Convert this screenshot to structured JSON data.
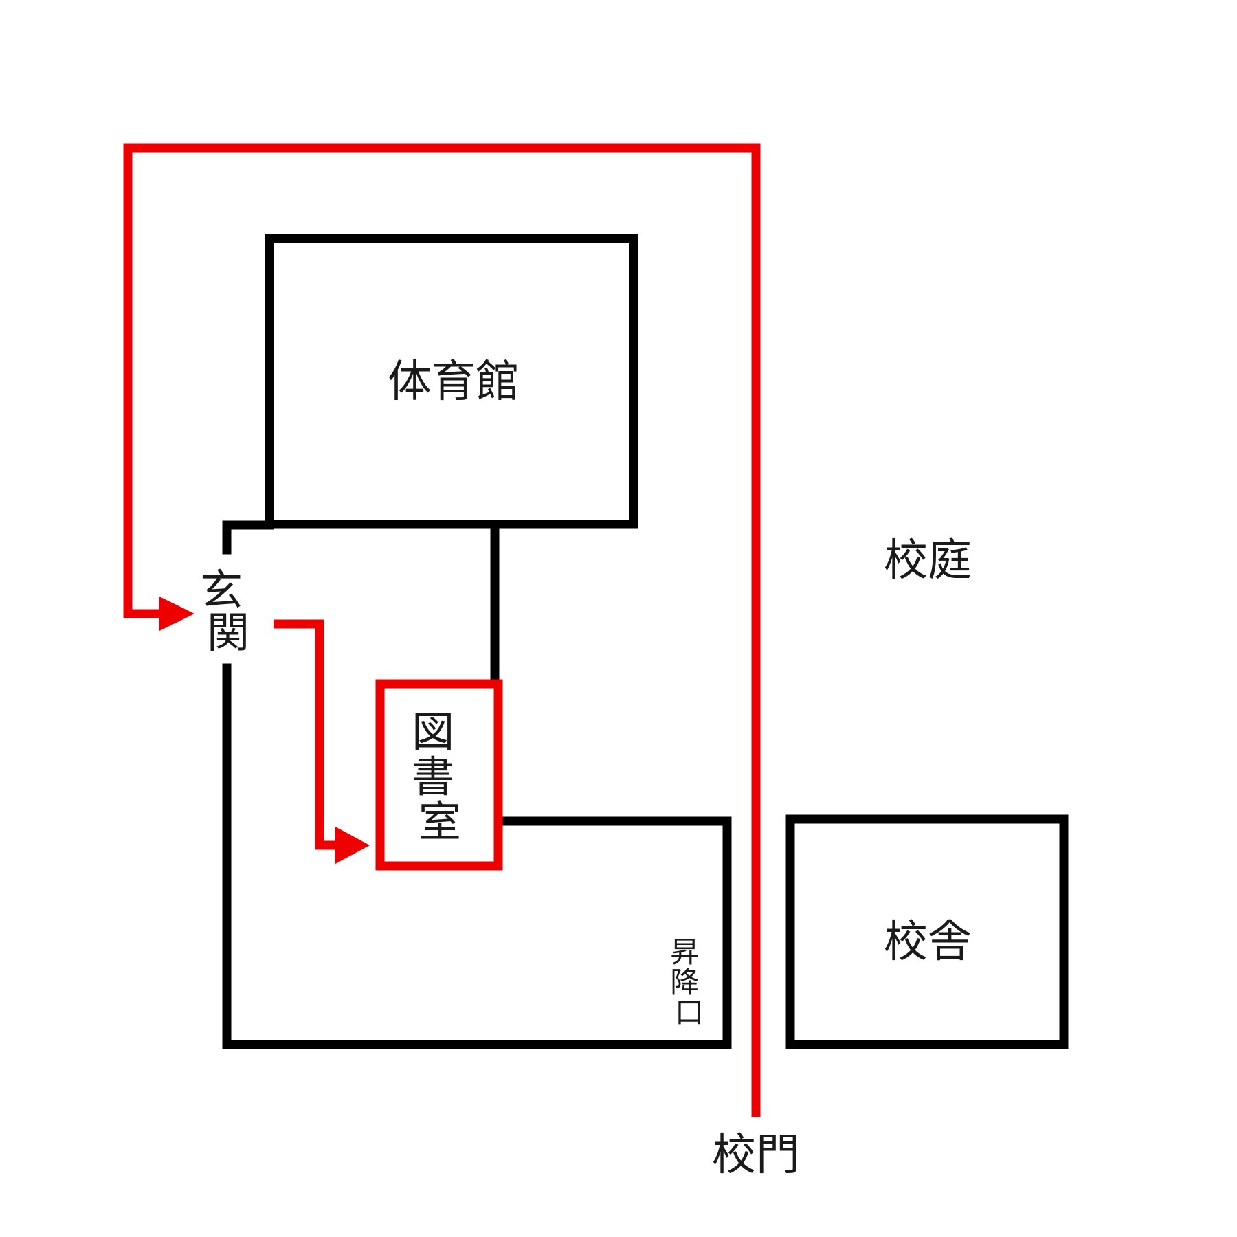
{
  "colors": {
    "wall": "#000000",
    "route": "#ee0000",
    "text": "#1a1a1a",
    "background": "#ffffff"
  },
  "labels": {
    "gymnasium": "体育館",
    "courtyard": "校庭",
    "school_building": "校舎",
    "school_gate": "校門",
    "entrance": [
      "玄",
      "関"
    ],
    "library": [
      "図",
      "書",
      "室"
    ],
    "lift_entrance": [
      "昇",
      "降",
      "口"
    ]
  }
}
